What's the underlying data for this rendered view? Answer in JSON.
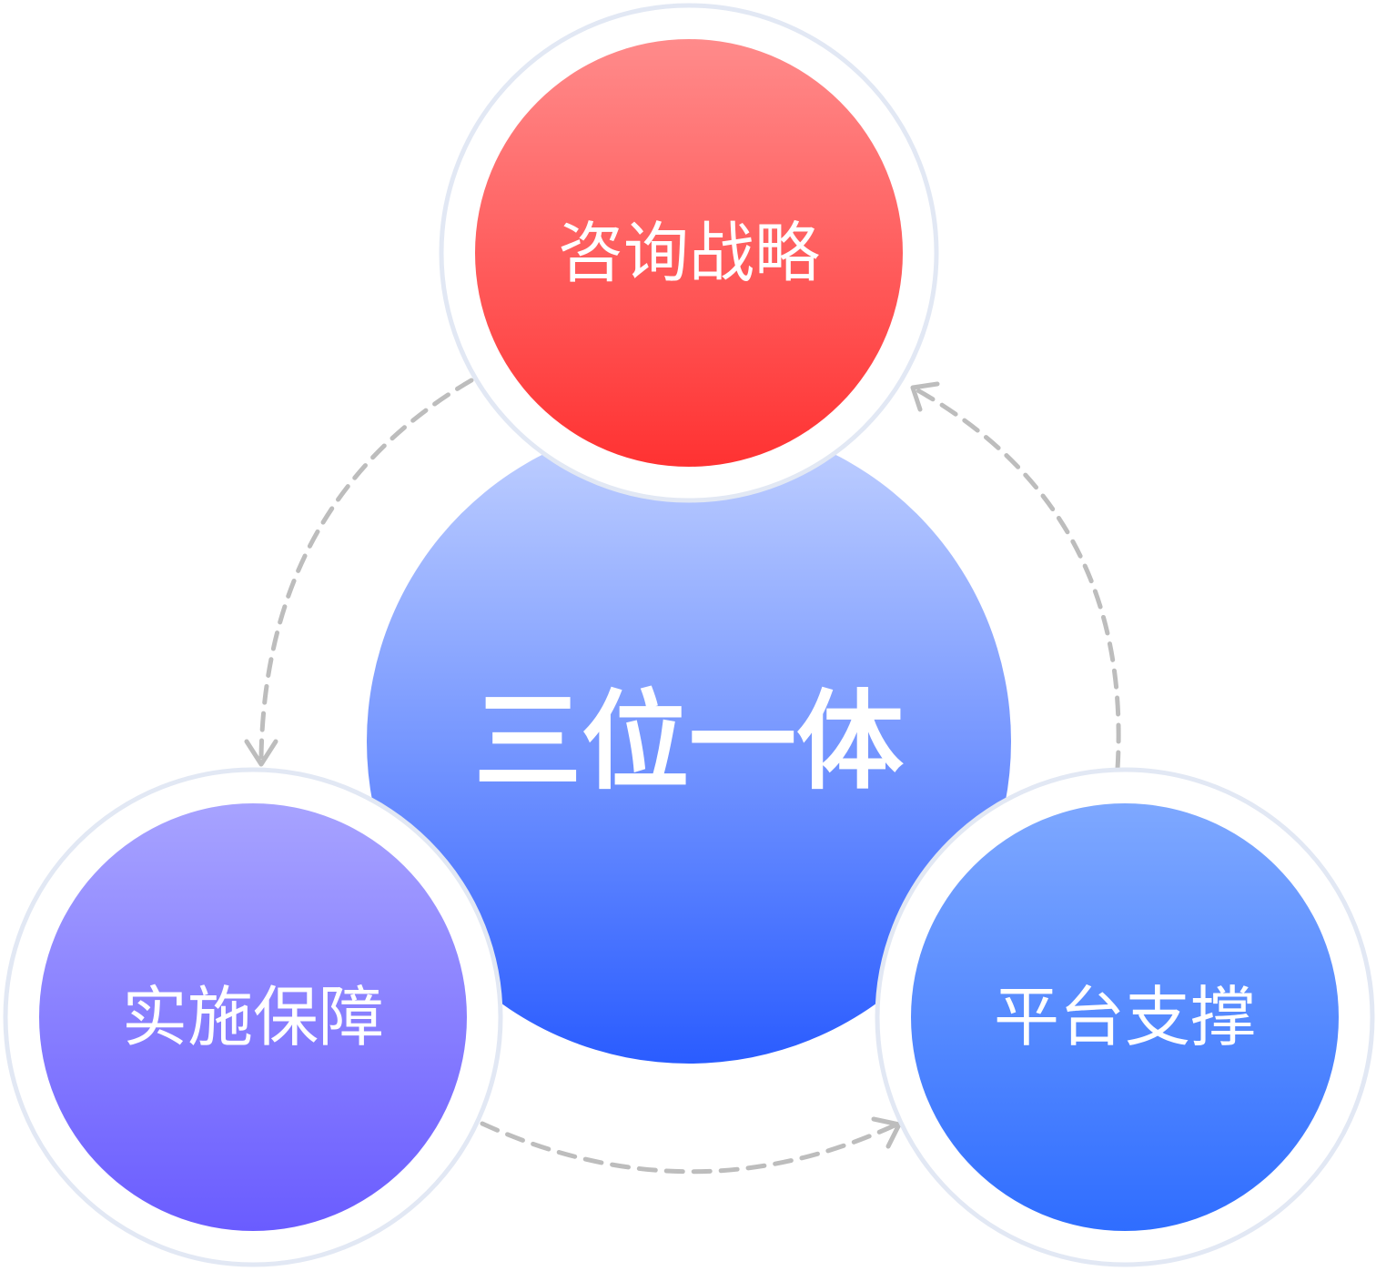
{
  "diagram": {
    "center": {
      "label": "三位一体",
      "color_top": "#c3d2ff",
      "color_bottom": "#2a5cff"
    },
    "nodes": [
      {
        "id": "top",
        "label": "咨询战略",
        "color_top": "#ff8b8b",
        "color_bottom": "#ff3232"
      },
      {
        "id": "left",
        "label": "实施保障",
        "color_top": "#a7a3ff",
        "color_bottom": "#6a5cff"
      },
      {
        "id": "right",
        "label": "平台支撑",
        "color_top": "#7ea8ff",
        "color_bottom": "#2f6dff"
      }
    ],
    "halo_color": "#e2e8f4",
    "arrow_color": "#bdbdbd"
  }
}
